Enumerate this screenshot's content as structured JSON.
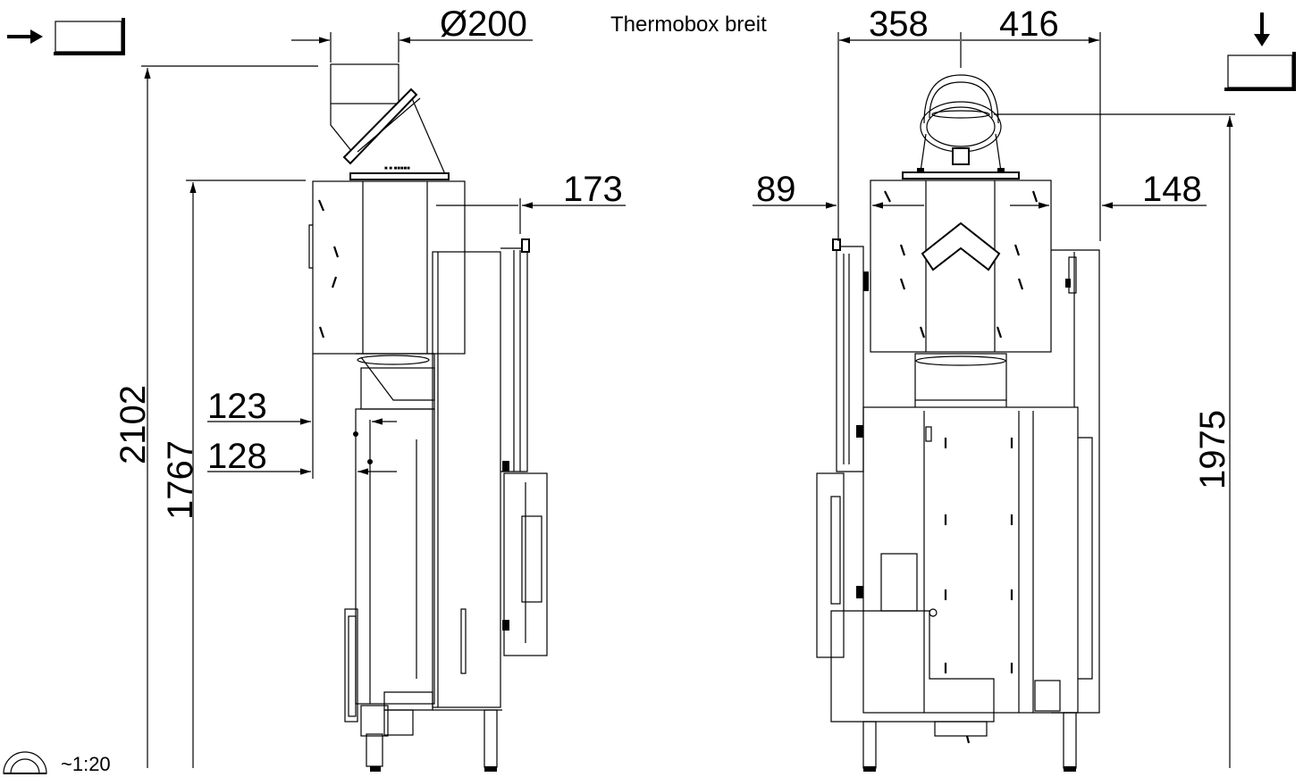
{
  "title": "Thermobox breit",
  "scale": "~1:20",
  "dimensions": {
    "pipe_diameter": "Ø200",
    "side_height_total": "2102",
    "side_height_box": "1767",
    "side_offset_upper": "123",
    "side_offset_lower": "128",
    "side_depth_offset": "173",
    "front_width_left": "358",
    "front_width_right": "416",
    "front_left_offset": "89",
    "front_right_offset": "148",
    "front_height": "1975"
  },
  "icons": {
    "side_view": "arrow-right-view-icon",
    "top_view": "arrow-down-view-icon",
    "scale": "protractor-icon"
  }
}
